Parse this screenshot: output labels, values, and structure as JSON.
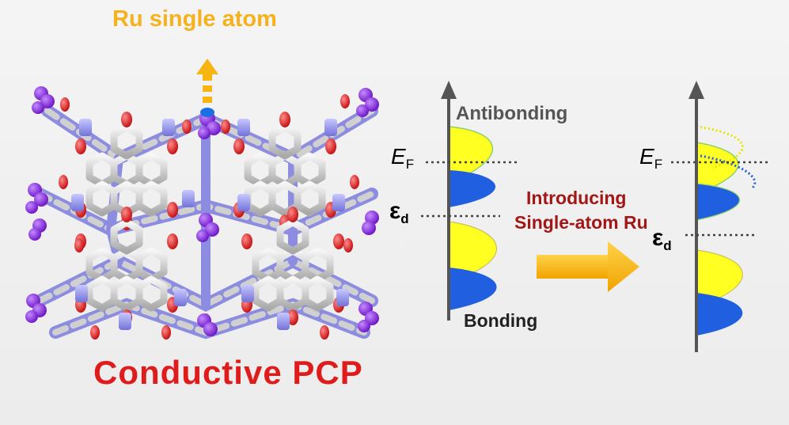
{
  "labels": {
    "ru_single_atom": "Ru single atom",
    "conductive_pcp": "Conductive PCP",
    "antibonding": "Antibonding",
    "bonding": "Bonding",
    "introducing_line1": "Introducing",
    "introducing_line2": "Single-atom Ru",
    "ef_symbol": "E",
    "ef_sub": "F",
    "ed_symbol": "ε",
    "ed_sub": "d"
  },
  "colors": {
    "ru_label": "#f5b21c",
    "pcp_label": "#e01b1b",
    "intro_label": "#a31616",
    "arrow_orange": "#f7b511",
    "band_yellow": "#ffff22",
    "band_blue": "#1f5fe0",
    "carbon": "#c8c8c8",
    "nitrogen": "#9a9af0",
    "oxygen": "#e01818",
    "ru_purple": "#8a2be2",
    "axis_gray": "#555555"
  }
}
